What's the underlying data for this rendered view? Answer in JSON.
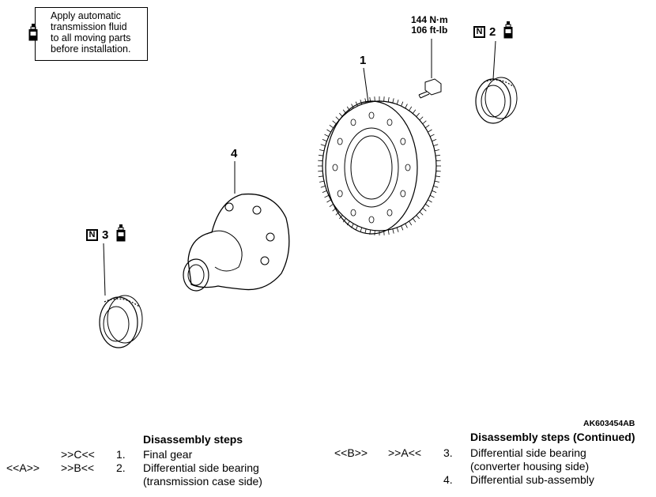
{
  "note": {
    "text": "Apply automatic\ntransmission fluid\nto all moving parts\nbefore installation.",
    "icon": "fluid-bottle-icon"
  },
  "torque": {
    "text": "144 N·m\n106 ft-lb"
  },
  "callouts": [
    {
      "number": "1"
    },
    {
      "number": "2",
      "badge": "N"
    },
    {
      "number": "3",
      "badge": "N"
    },
    {
      "number": "4"
    }
  ],
  "drawing_id": "AK603454AB",
  "steps_left": {
    "title": "Disassembly steps",
    "rows": [
      {
        "ref_a": "",
        "ref_b": ">>C<<",
        "num": "1.",
        "text": "Final gear"
      },
      {
        "ref_a": "<<A>>",
        "ref_b": ">>B<<",
        "num": "2.",
        "text": "Differential side bearing"
      },
      {
        "ref_a": "",
        "ref_b": "",
        "num": "",
        "text": "(transmission case side)"
      }
    ]
  },
  "steps_right": {
    "title": "Disassembly steps (Continued)",
    "rows": [
      {
        "ref_a": "<<B>>",
        "ref_b": ">>A<<",
        "num": "3.",
        "text": "Differential side bearing"
      },
      {
        "ref_a": "",
        "ref_b": "",
        "num": "",
        "text": "(converter housing side)"
      },
      {
        "ref_a": "",
        "ref_b": "",
        "num": "4.",
        "text": "Differential sub-assembly"
      }
    ]
  }
}
